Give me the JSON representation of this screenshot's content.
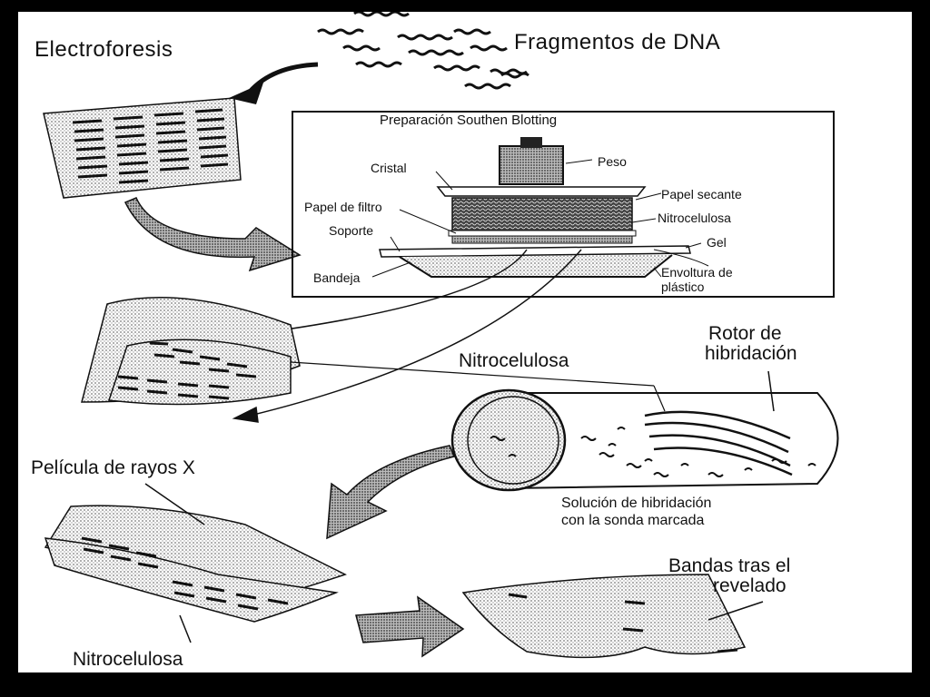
{
  "labels": {
    "electroforesis": "Electroforesis",
    "fragmentos": "Fragmentos de DNA",
    "preparacion": "Preparación Southen Blotting",
    "cristal": "Cristal",
    "peso": "Peso",
    "papel_secante": "Papel secante",
    "papel_filtro": "Papel de filtro",
    "nitrocelulosa_box": "Nitrocelulosa",
    "soporte": "Soporte",
    "gel": "Gel",
    "bandeja": "Bandeja",
    "envoltura_1": "Envoltura de",
    "envoltura_2": "plástico",
    "rotor_1": "Rotor de",
    "rotor_2": "hibridación",
    "nitrocelulosa_mid": "Nitrocelulosa",
    "pelicula": "Película de rayos X",
    "solucion_1": "Solución de hibridación",
    "solucion_2": "con la sonda marcada",
    "bandas_1": "Bandas tras el",
    "bandas_2": "revelado",
    "nitrocelulosa_bottom": "Nitrocelulosa"
  },
  "colors": {
    "frame": "#000000",
    "ink": "#111111",
    "paper": "#ffffff",
    "shade": "#9a9a9a"
  }
}
